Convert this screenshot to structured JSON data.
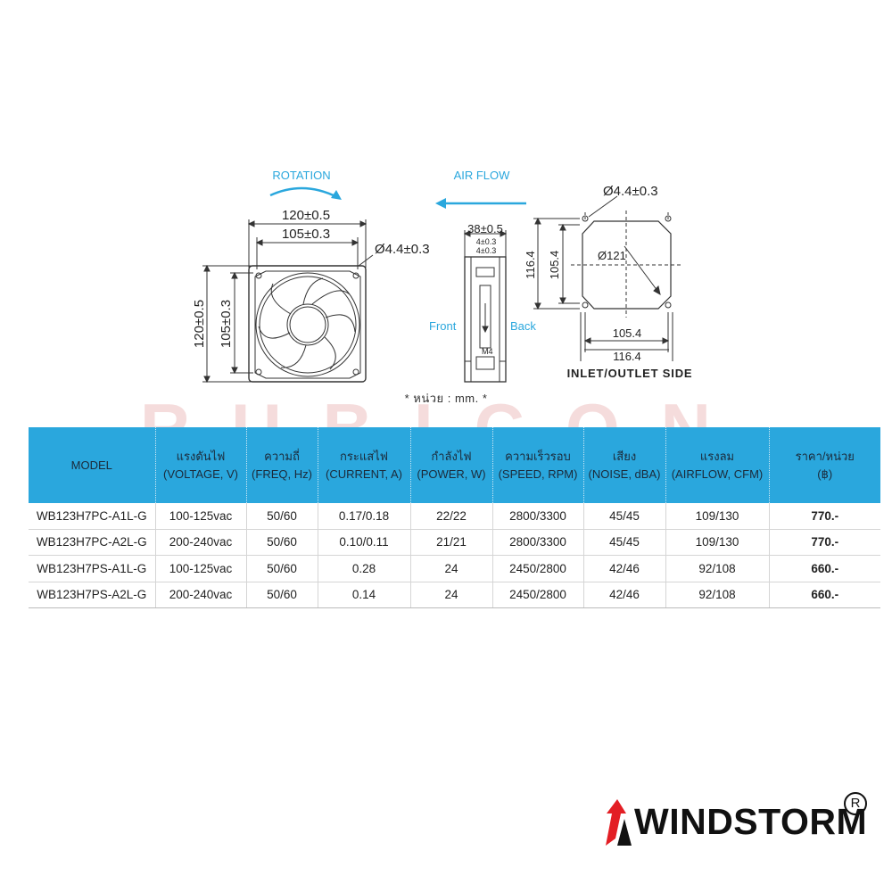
{
  "drawing": {
    "rotation_label": "ROTATION",
    "airflow_label": "AIR  FLOW",
    "front_w": "120±0.5",
    "front_w_inner": "105±0.3",
    "front_hole": "Ø4.4±0.3",
    "front_h": "120±0.5",
    "front_h_inner": "105±0.3",
    "side_depth": "38±0.5",
    "side_tab1": "4±0.3",
    "side_tab2": "4±0.3",
    "side_front": "Front",
    "side_back": "Back",
    "side_m4": "M4",
    "inlet_hole": "Ø4.4±0.3",
    "inlet_h_outer": "116.4",
    "inlet_h_inner": "105.4",
    "inlet_diam": "Ø121",
    "inlet_w_inner": "105.4",
    "inlet_w_outer": "116.4",
    "inlet_caption": "INLET/OUTLET SIDE",
    "unit_note": "*  หน่วย  :  mm.  *"
  },
  "watermark": "RUBICON",
  "table": {
    "headers": [
      {
        "th": "MODEL",
        "en": ""
      },
      {
        "th": "แรงดันไฟ",
        "en": "(VOLTAGE, V)"
      },
      {
        "th": "ความถี่",
        "en": "(FREQ, Hz)"
      },
      {
        "th": "กระแสไฟ",
        "en": "(CURRENT, A)"
      },
      {
        "th": "กำลังไฟ",
        "en": "(POWER, W)"
      },
      {
        "th": "ความเร็วรอบ",
        "en": "(SPEED, RPM)"
      },
      {
        "th": "เสียง",
        "en": "(NOISE, dBA)"
      },
      {
        "th": "แรงลม",
        "en": "(AIRFLOW, CFM)"
      },
      {
        "th": "ราคา/หน่วย",
        "en": "(฿)"
      }
    ],
    "rows": [
      [
        "WB123H7PC-A1L-G",
        "100-125vac",
        "50/60",
        "0.17/0.18",
        "22/22",
        "2800/3300",
        "45/45",
        "109/130",
        "770.-"
      ],
      [
        "WB123H7PC-A2L-G",
        "200-240vac",
        "50/60",
        "0.10/0.11",
        "21/21",
        "2800/3300",
        "45/45",
        "109/130",
        "770.-"
      ],
      [
        "WB123H7PS-A1L-G",
        "100-125vac",
        "50/60",
        "0.28",
        "24",
        "2450/2800",
        "42/46",
        "92/108",
        "660.-"
      ],
      [
        "WB123H7PS-A2L-G",
        "200-240vac",
        "50/60",
        "0.14",
        "24",
        "2450/2800",
        "42/46",
        "92/108",
        "660.-"
      ]
    ]
  },
  "logo": {
    "text": "WINDSTORM",
    "reg": "R"
  },
  "colors": {
    "header_bg": "#2aa7dd",
    "accent_blue": "#2aa7dd",
    "logo_red": "#e31e24"
  }
}
